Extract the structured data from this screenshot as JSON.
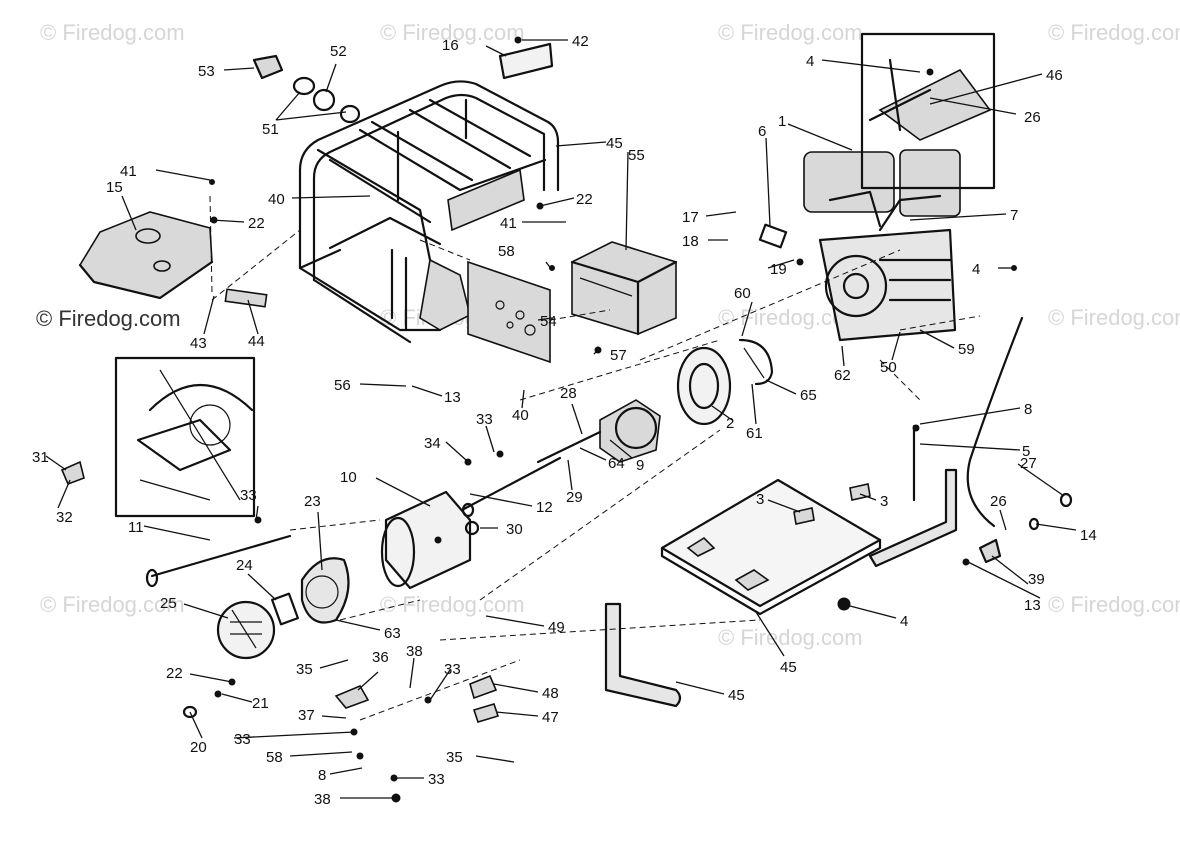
{
  "watermark": {
    "text": "© Firedog.com",
    "color": "#d6d6d6"
  },
  "callouts": [
    "53",
    "52",
    "51",
    "16",
    "42",
    "4",
    "46",
    "26",
    "1",
    "6",
    "7",
    "45",
    "55",
    "41",
    "15",
    "22",
    "40",
    "22",
    "41",
    "17",
    "18",
    "19",
    "4",
    "60",
    "58",
    "54",
    "57",
    "56",
    "13",
    "40",
    "62",
    "50",
    "59",
    "43",
    "44",
    "28",
    "2",
    "65",
    "61",
    "33",
    "34",
    "64",
    "9",
    "29",
    "8",
    "5",
    "31",
    "32",
    "33",
    "10",
    "12",
    "30",
    "3",
    "3",
    "27",
    "26",
    "14",
    "11",
    "23",
    "24",
    "25",
    "63",
    "49",
    "4",
    "39",
    "13",
    "45",
    "22",
    "21",
    "20",
    "35",
    "36",
    "38",
    "33",
    "48",
    "47",
    "37",
    "33",
    "58",
    "35",
    "8",
    "33",
    "38",
    "45"
  ],
  "colors": {
    "line": "#111111",
    "background": "#ffffff"
  }
}
